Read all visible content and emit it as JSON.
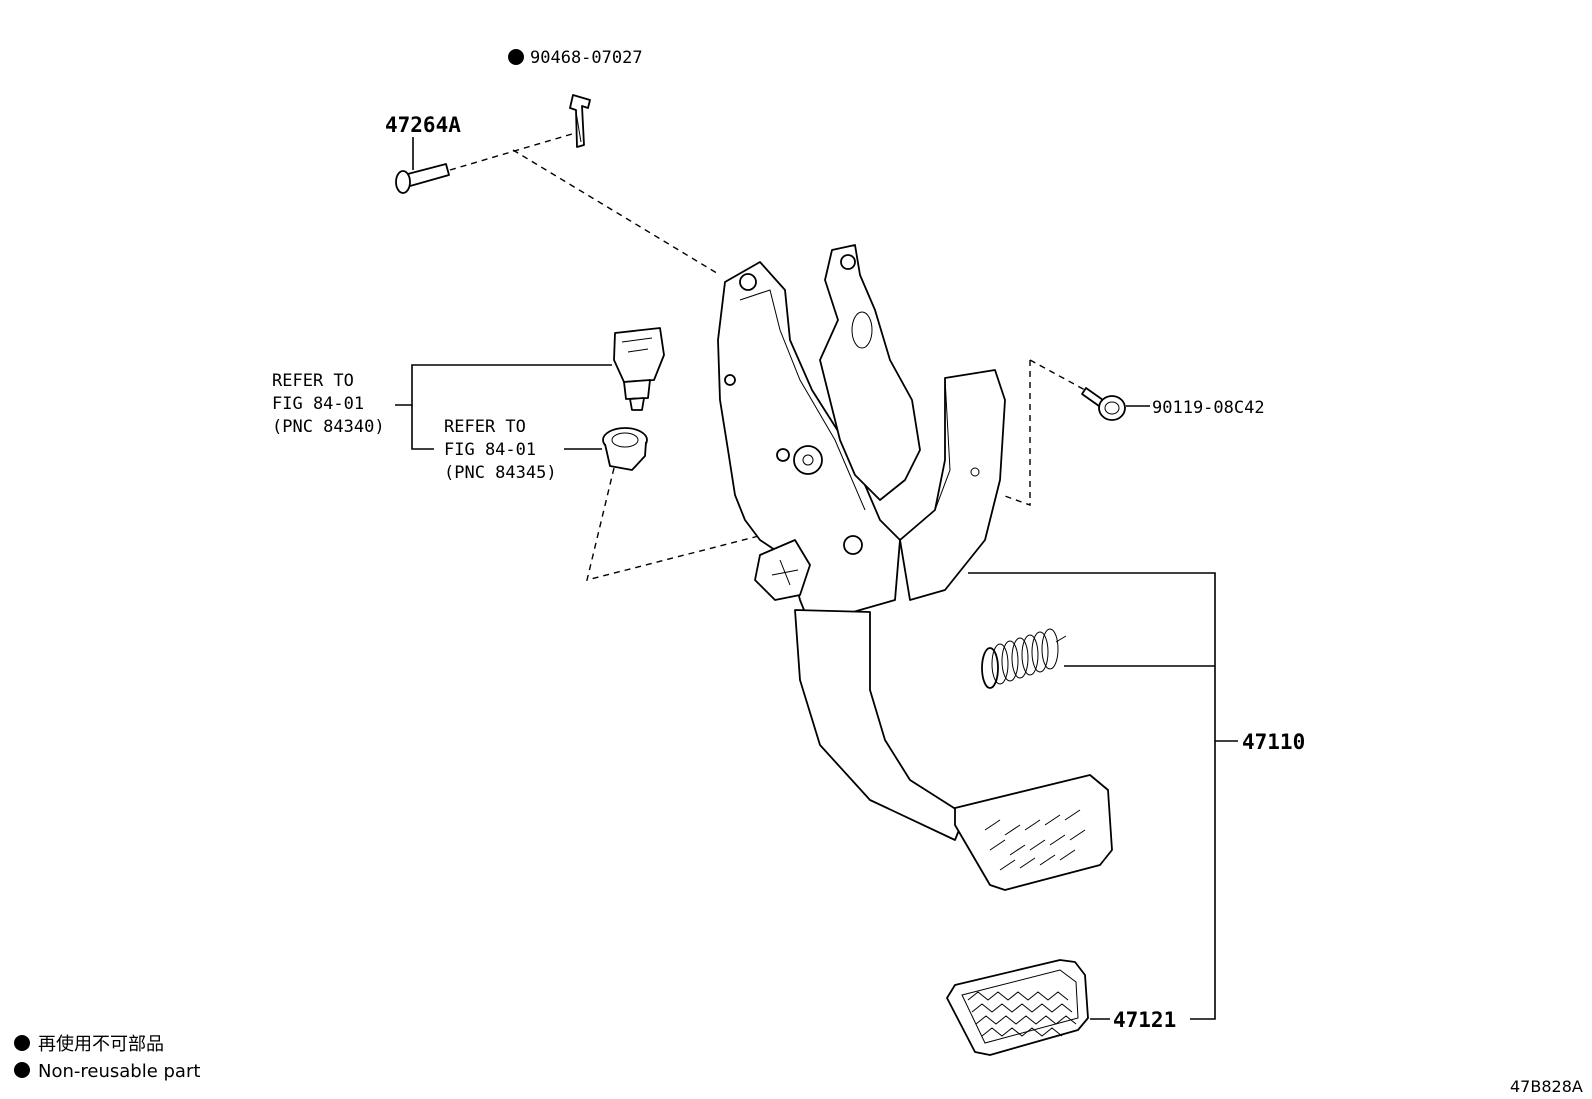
{
  "parts": {
    "p1": "90468-07027",
    "p2": "47264A",
    "p3": "90119-08C42",
    "p4": "47110",
    "p5": "47121"
  },
  "refs": {
    "ref1": {
      "line1": "REFER TO",
      "line2": "FIG 84-01",
      "line3": "(PNC 84340)"
    },
    "ref2": {
      "line1": "REFER TO",
      "line2": "FIG 84-01",
      "line3": "(PNC 84345)"
    }
  },
  "legend": {
    "ja": "再使用不可部品",
    "en": "Non-reusable part"
  },
  "diagram_code": "47B828A"
}
